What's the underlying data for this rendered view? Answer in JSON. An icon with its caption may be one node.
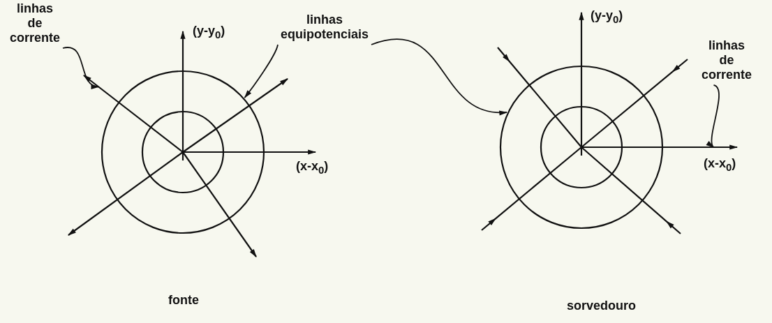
{
  "diagram": {
    "nodes": [
      {
        "text": [
          "linhas de corrente"
        ]
      },
      {
        "text": [],
        "shape": "line"
      },
      {
        "text": [
          "linhas equipotenciais"
        ]
      },
      {
        "text": [],
        "shape": "circle"
      },
      {
        "text": [],
        "shape": "circle"
      },
      {
        "text": [
          "linhas de corrente"
        ]
      },
      {
        "text": [],
        "shape": "line"
      },
      {
        "text": [],
        "shape": "circle",
        "in": 3
      },
      {
        "text": [],
        "shape": "circle",
        "in": 4
      }
    ],
    "edges": [
      {
        "from": 0,
        "to": 1,
        "arrow": "to"
      },
      {
        "from": 2,
        "to": 3,
        "arrow": "to"
      },
      {
        "from": 2,
        "to": 4,
        "arrow": "to"
      },
      {
        "from": 5,
        "to": 6,
        "arrow": "to"
      }
    ],
    "labels": [
      "(y-y$_{0}$)",
      "(x-x$_{0}$)",
      "(y-y$_{0}$)",
      "(x-x$_{0}$)",
      "fonte",
      "sorvedouro"
    ]
  }
}
